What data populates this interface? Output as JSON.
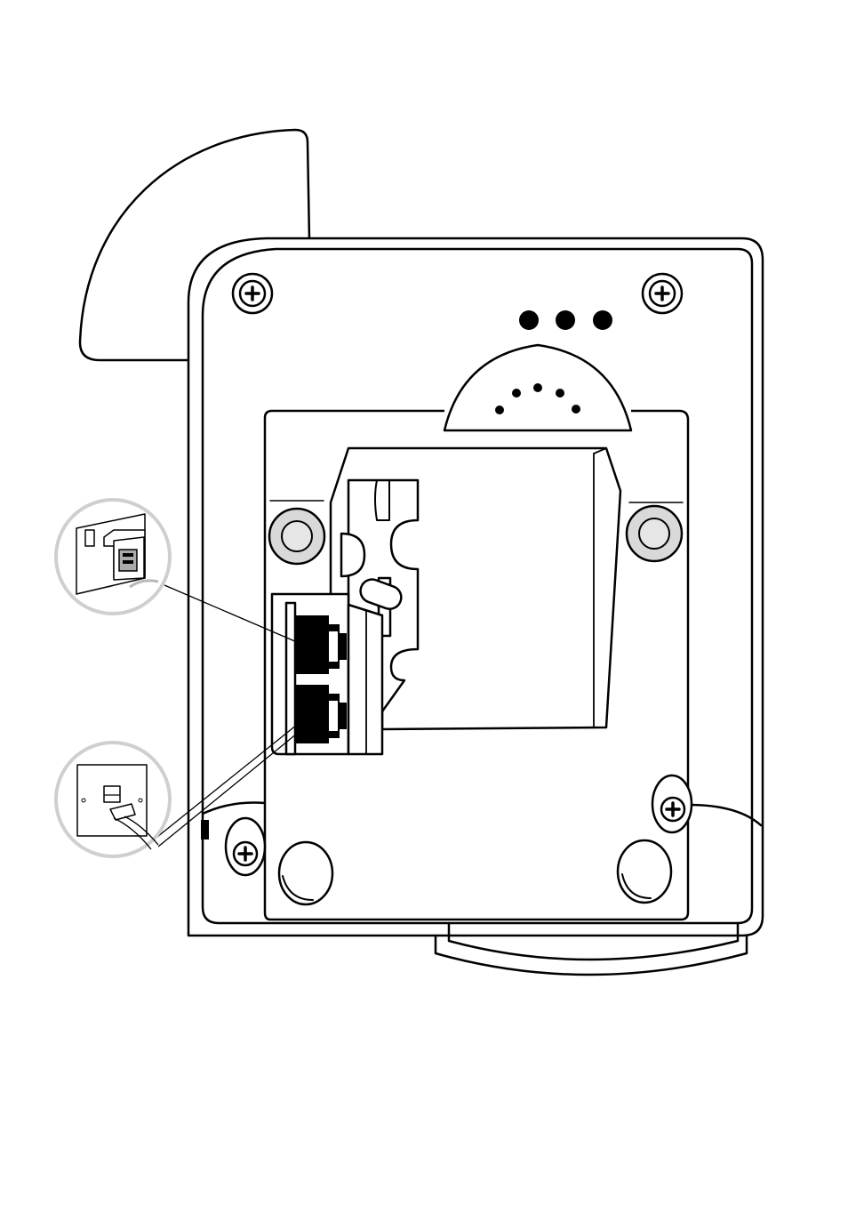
{
  "figure": {
    "subject": "telephone-base-underside",
    "components": {
      "screws": 4,
      "indicator_dots": 3,
      "rubber_feet": 4,
      "phone_sockets": 2,
      "inset_callouts": [
        "mains-power-socket-with-adapter",
        "telephone-wall-socket-with-plug"
      ]
    },
    "colors": {
      "line": "#000000",
      "background": "#ffffff",
      "callout_ring": "#cfcfcf",
      "foot_fill": "#d9d9d9"
    }
  }
}
